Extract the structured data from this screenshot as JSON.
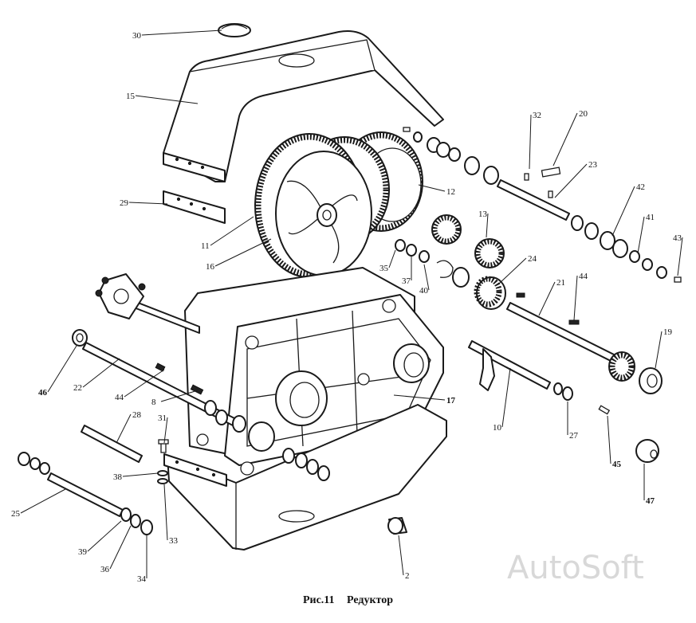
{
  "caption": {
    "figure": "Рис.11",
    "title": "Редуктор"
  },
  "watermark": "AutoSoft",
  "callouts": [
    "30",
    "15",
    "29",
    "11",
    "16",
    "12",
    "32",
    "20",
    "23",
    "42",
    "41",
    "43",
    "13",
    "24",
    "35",
    "37",
    "40",
    "21",
    "44",
    "19",
    "46",
    "22",
    "44",
    "8",
    "17",
    "31",
    "28",
    "10",
    "27",
    "45",
    "38",
    "25",
    "33",
    "39",
    "36",
    "34",
    "2",
    "47"
  ]
}
